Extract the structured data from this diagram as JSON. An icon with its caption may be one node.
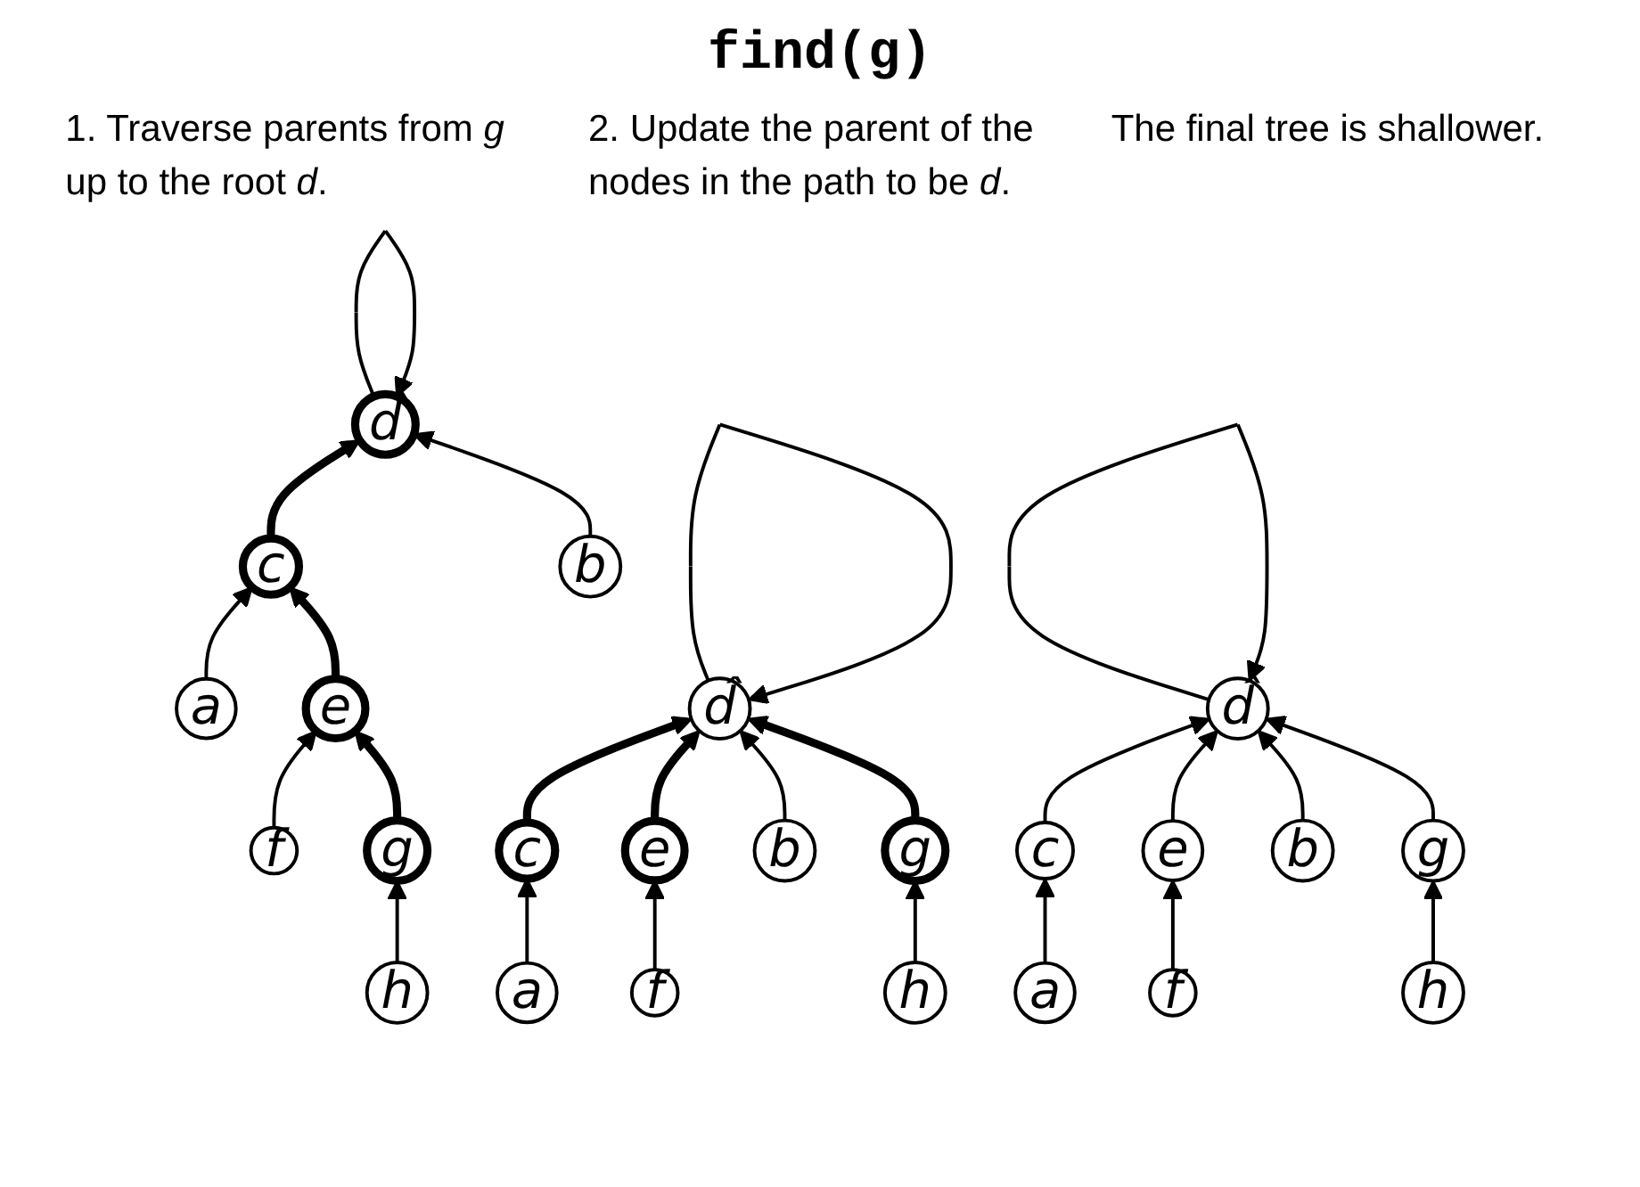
{
  "diagram": {
    "title": "find(g)",
    "nodes": [
      {
        "text": [
          "d̂"
        ]
      },
      {
        "text": [
          "c"
        ]
      },
      {
        "text": [
          "b"
        ]
      },
      {
        "text": [
          "a"
        ]
      },
      {
        "text": [
          "e"
        ]
      },
      {
        "text": [
          "f"
        ]
      },
      {
        "text": [
          "g"
        ]
      },
      {
        "text": [
          "h"
        ]
      },
      {
        "text": [
          "d̂"
        ]
      },
      {
        "text": [
          "c"
        ]
      },
      {
        "text": [
          "b"
        ]
      },
      {
        "text": [
          "a"
        ]
      },
      {
        "text": [
          "e"
        ]
      },
      {
        "text": [
          "f"
        ]
      },
      {
        "text": [
          "g"
        ]
      },
      {
        "text": [
          "h"
        ]
      },
      {
        "text": [
          "d̂"
        ]
      },
      {
        "text": [
          "c"
        ]
      },
      {
        "text": [
          "e"
        ]
      },
      {
        "text": [
          "b"
        ]
      },
      {
        "text": [
          "g"
        ]
      },
      {
        "text": [
          "a"
        ]
      },
      {
        "text": [
          "f"
        ]
      },
      {
        "text": [
          "h"
        ]
      }
    ],
    "edges": [
      {
        "from": 0,
        "to": 0,
        "arrow": "to"
      },
      {
        "from": 1,
        "to": 0,
        "arrow": "to",
        "style": "thick"
      },
      {
        "from": 2,
        "to": 0,
        "arrow": "to"
      },
      {
        "from": 3,
        "to": 1,
        "arrow": "to"
      },
      {
        "from": 4,
        "to": 1,
        "arrow": "to",
        "style": "thick"
      },
      {
        "from": 5,
        "to": 4,
        "arrow": "to"
      },
      {
        "from": 6,
        "to": 4,
        "arrow": "to",
        "style": "thick"
      },
      {
        "from": 7,
        "to": 6,
        "arrow": "to"
      },
      {
        "from": 8,
        "to": 8,
        "arrow": "to"
      },
      {
        "from": 9,
        "to": 8,
        "arrow": "to",
        "style": "thick"
      },
      {
        "from": 12,
        "to": 8,
        "arrow": "to",
        "style": "thick"
      },
      {
        "from": 10,
        "to": 8,
        "arrow": "to"
      },
      {
        "from": 14,
        "to": 8,
        "arrow": "to",
        "style": "thick"
      },
      {
        "from": 11,
        "to": 9,
        "arrow": "to"
      },
      {
        "from": 13,
        "to": 12,
        "arrow": "to"
      },
      {
        "from": 15,
        "to": 14,
        "arrow": "to"
      },
      {
        "from": 16,
        "to": 16,
        "arrow": "to"
      },
      {
        "from": 17,
        "to": 16,
        "arrow": "to"
      },
      {
        "from": 18,
        "to": 16,
        "arrow": "to"
      },
      {
        "from": 19,
        "to": 16,
        "arrow": "to"
      },
      {
        "from": 20,
        "to": 16,
        "arrow": "to"
      },
      {
        "from": 21,
        "to": 17,
        "arrow": "to"
      },
      {
        "from": 22,
        "to": 18,
        "arrow": "to"
      },
      {
        "from": 23,
        "to": 20,
        "arrow": "to"
      }
    ],
    "labels": [
      "1. Traverse parents from *g* up to the root *d*.",
      "2. Update the parent of the nodes in the path to be *d*.",
      "The final tree is shallower."
    ]
  }
}
